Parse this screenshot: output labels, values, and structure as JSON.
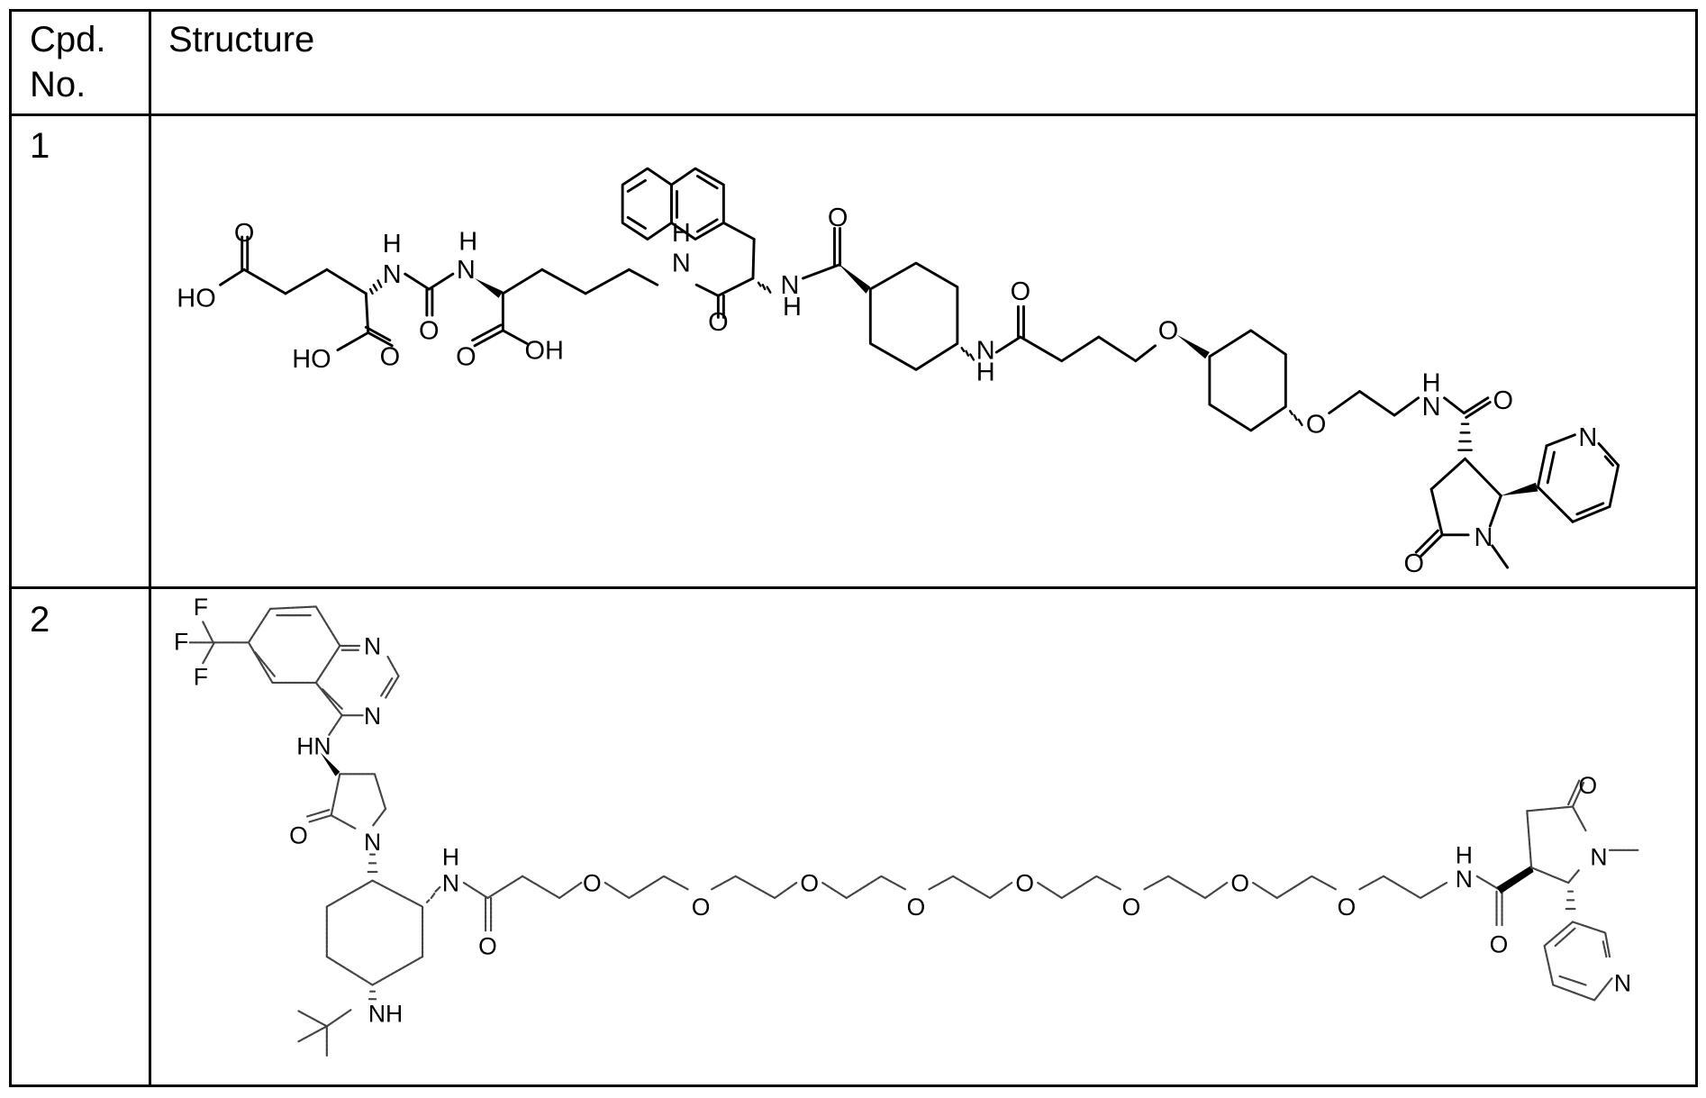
{
  "table": {
    "headers": {
      "cpd_no_line1": "Cpd.",
      "cpd_no_line2": "No.",
      "structure": "Structure"
    },
    "rows": [
      {
        "cpd_no": "1",
        "structure_description": "Glu-urea-Lys PSMA ligand – 2-naphthylalanine – trans-cyclohexanecarboxamide – butanoyl linker – trans-1,4-cyclohexanediyl diether – ethylamide – (trans)-1-methyl-5-oxo-2-(pyridin-3-yl)pyrrolidine-3-carboxamide (cotinine)",
        "atom_labels": [
          "O",
          "HO",
          "H",
          "N",
          "H",
          "N",
          "O",
          "HO",
          "O",
          "O",
          "OH",
          "H",
          "N",
          "O",
          "N",
          "H",
          "O",
          "O",
          "N",
          "H",
          "O",
          "O",
          "H",
          "N",
          "O",
          "N",
          "N",
          "O"
        ]
      },
      {
        "cpd_no": "2",
        "structure_description": "6-(trifluoromethyl)quinazolin-4-ylamino pyrrolidinone – cyclohexyl (tert-butylamino) – PEG8 propanoyl amide linker – ethylamide – 1-methyl-5-oxo-2-(pyridin-3-yl)pyrrolidine-3-carboxamide (cotinine)",
        "atom_labels": [
          "F",
          "F",
          "F",
          "N",
          "N",
          "HN",
          "O",
          "N",
          "H",
          "N",
          "O",
          "NH",
          "O",
          "O",
          "O",
          "O",
          "O",
          "O",
          "O",
          "O",
          "H",
          "N",
          "O",
          "O",
          "N",
          "N"
        ]
      }
    ]
  }
}
